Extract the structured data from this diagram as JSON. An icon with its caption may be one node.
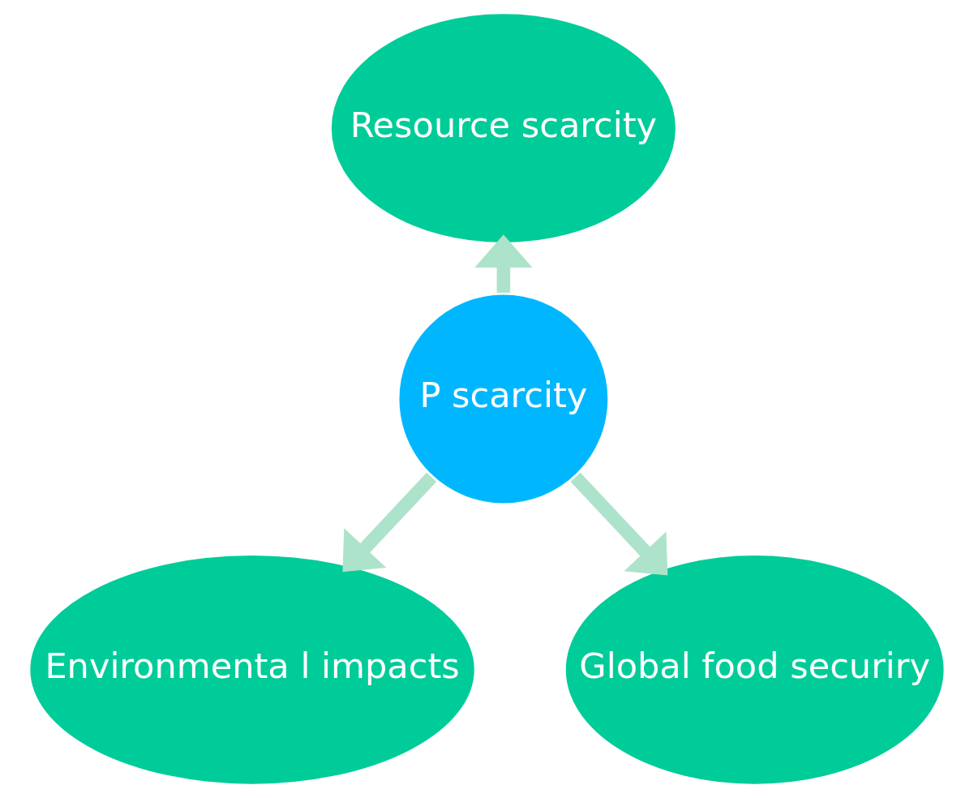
{
  "diagram": {
    "nodes": [
      {
        "text": [
          "Resource scarcity"
        ]
      },
      {
        "text": [
          "P scarcity"
        ]
      },
      {
        "text": [
          "Environmenta l impacts"
        ]
      },
      {
        "text": [
          "Global food securiry"
        ]
      }
    ],
    "edges": [
      {
        "from": 1,
        "to": 0,
        "arrow": "to"
      },
      {
        "from": 1,
        "to": 2,
        "arrow": "to"
      },
      {
        "from": 1,
        "to": 3,
        "arrow": "to"
      }
    ]
  }
}
